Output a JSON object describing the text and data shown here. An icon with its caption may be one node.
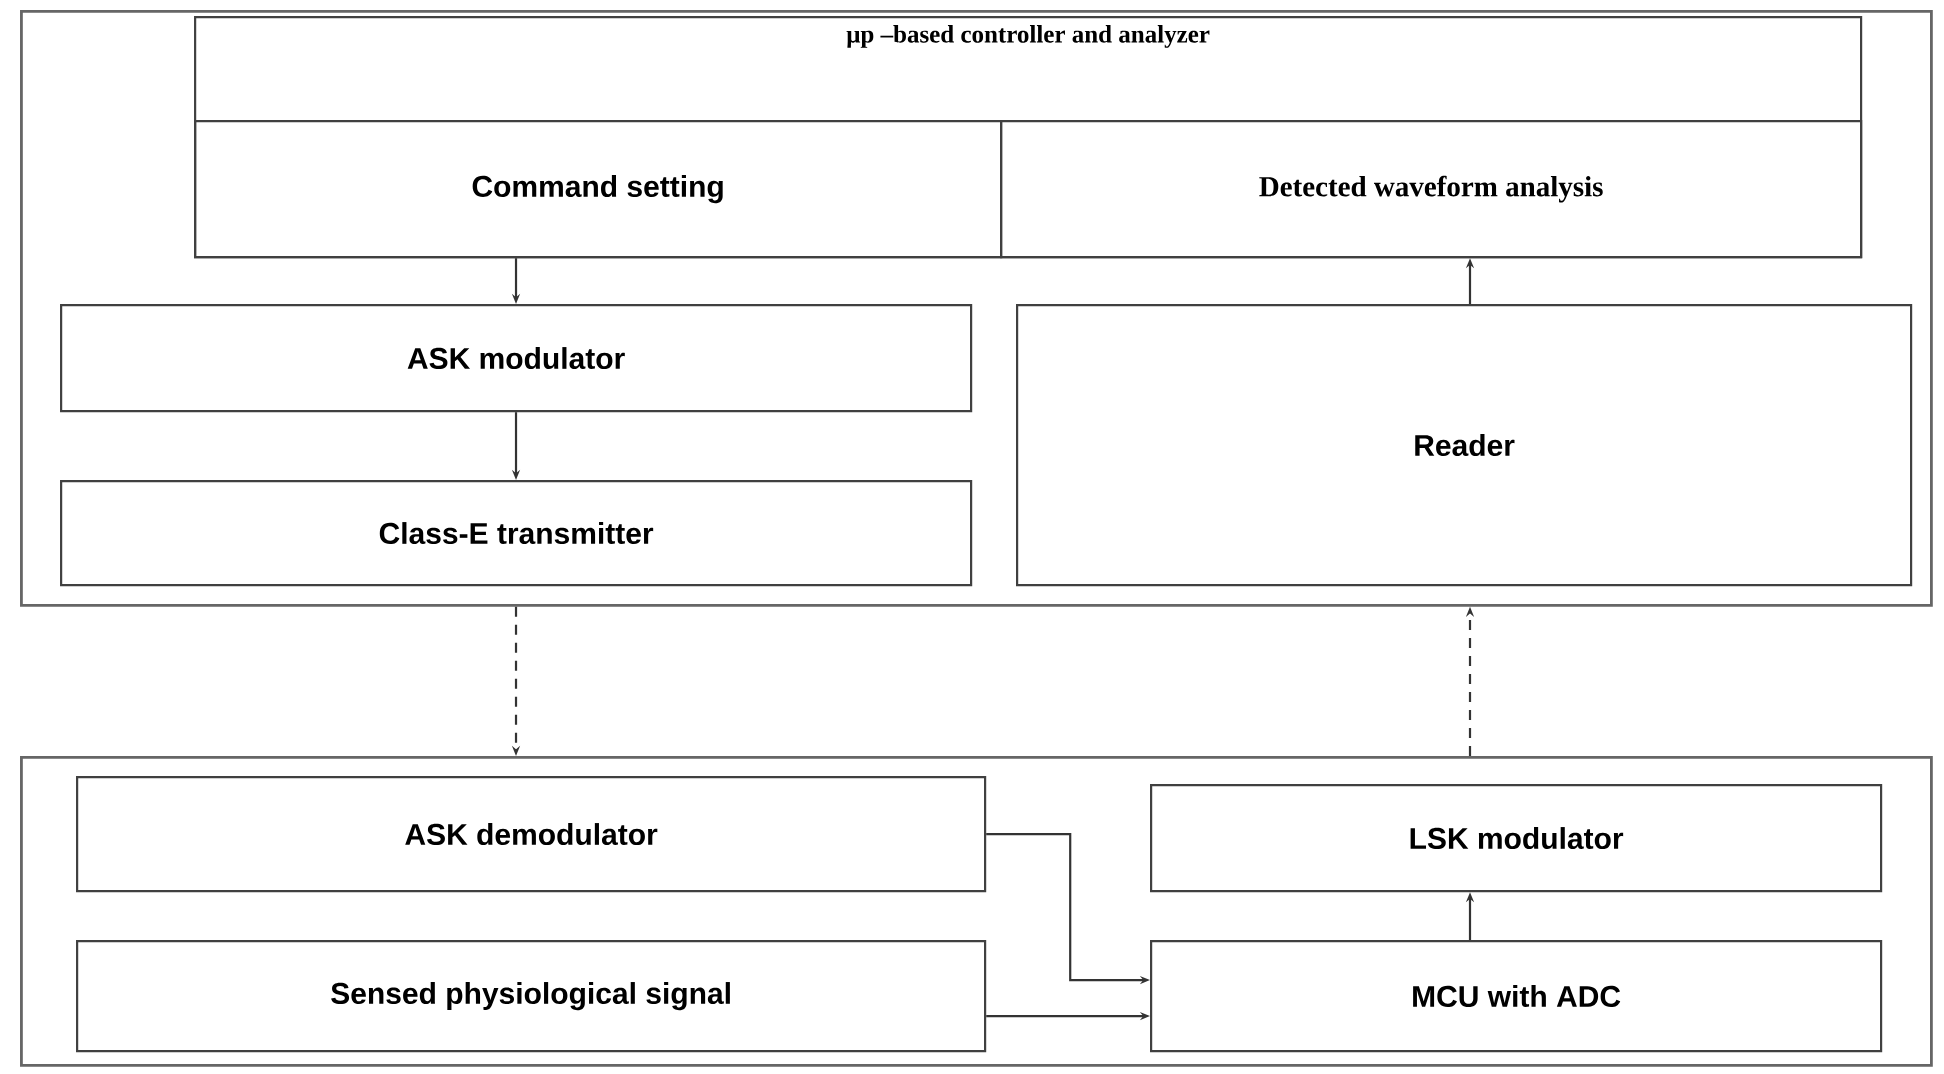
{
  "diagram": {
    "nodes": [
      {
        "text": [],
        "shape": "box"
      },
      {
        "text": [
          "μp –based controller and analyzer"
        ],
        "in": 0
      },
      {
        "text": [
          "Command setting"
        ],
        "in": 1
      },
      {
        "text": [
          "Detected waveform analysis"
        ],
        "in": 1
      },
      {
        "text": [
          "ASK modulator"
        ],
        "in": 0
      },
      {
        "text": [
          "Class-E transmitter"
        ],
        "in": 0
      },
      {
        "text": [
          "Reader"
        ],
        "in": 0
      },
      {
        "text": [],
        "shape": "box"
      },
      {
        "text": [
          "ASK demodulator"
        ],
        "in": 7
      },
      {
        "text": [
          "Sensed physiological signal"
        ],
        "in": 7
      },
      {
        "text": [
          "LSK modulator"
        ],
        "in": 7
      },
      {
        "text": [
          "MCU with ADC"
        ],
        "in": 7
      }
    ],
    "edges": [
      {
        "from": 2,
        "to": 4,
        "arrow": "to"
      },
      {
        "from": 4,
        "to": 5,
        "arrow": "to"
      },
      {
        "from": 6,
        "to": 3,
        "arrow": "to"
      },
      {
        "from": 0,
        "to": 7,
        "arrow": "to",
        "style": "dashed"
      },
      {
        "from": 7,
        "to": 0,
        "arrow": "to",
        "style": "dashed"
      },
      {
        "from": 8,
        "to": 11,
        "arrow": "to"
      },
      {
        "from": 9,
        "to": 11,
        "arrow": "to"
      },
      {
        "from": 11,
        "to": 10,
        "arrow": "to"
      }
    ]
  }
}
